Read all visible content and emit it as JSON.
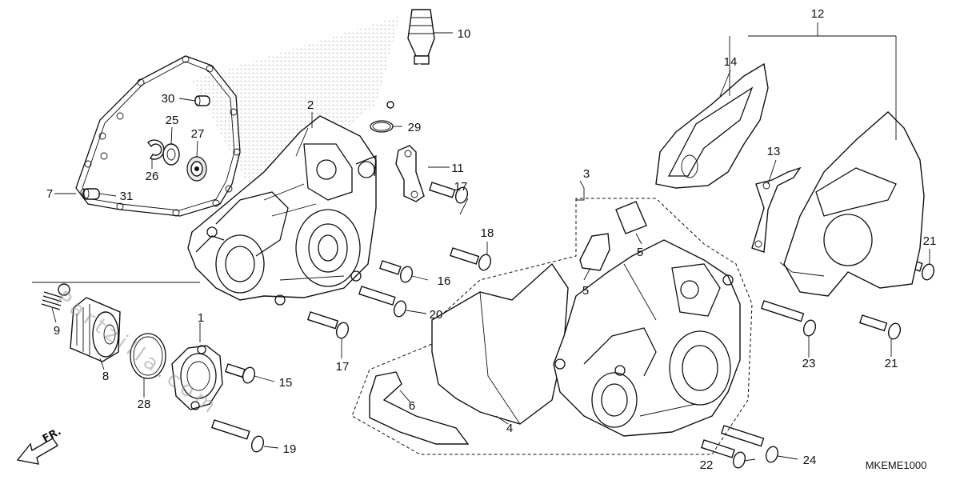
{
  "diagram": {
    "code": "MKEME1000",
    "direction_label": "FR.",
    "watermark": "Partzilla.com",
    "part_labels": {
      "p1": "1",
      "p2": "2",
      "p3": "3",
      "p4": "4",
      "p5a": "5",
      "p5b": "5",
      "p6": "6",
      "p7": "7",
      "p8": "8",
      "p9": "9",
      "p10": "10",
      "p11": "11",
      "p12": "12",
      "p13": "13",
      "p14": "14",
      "p15": "15",
      "p16": "16",
      "p17a": "17",
      "p17b": "17",
      "p18": "18",
      "p19": "19",
      "p20": "20",
      "p21a": "21",
      "p21b": "21",
      "p22": "22",
      "p23": "23",
      "p24": "24",
      "p25": "25",
      "p26": "26",
      "p27": "27",
      "p28": "28",
      "p29": "29",
      "p30": "30",
      "p31": "31"
    }
  }
}
